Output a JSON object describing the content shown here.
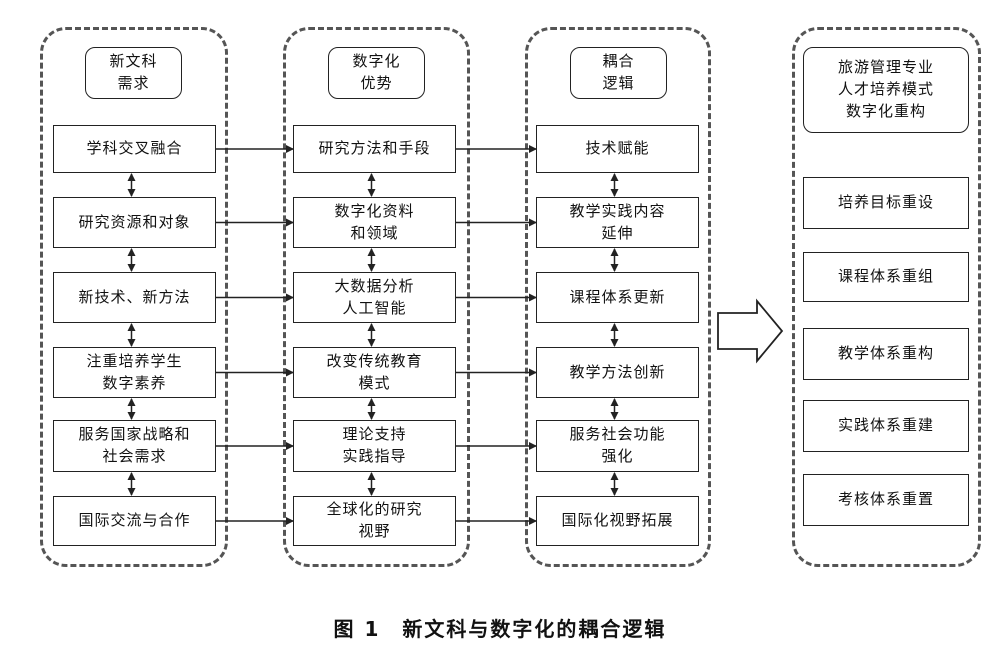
{
  "columns": [
    {
      "header": "新文科\n需求",
      "items": [
        "学科交叉融合",
        "研究资源和对象",
        "新技术、新方法",
        "注重培养学生\n数字素养",
        "服务国家战略和\n社会需求",
        "国际交流与合作"
      ]
    },
    {
      "header": "数字化\n优势",
      "items": [
        "研究方法和手段",
        "数字化资料\n和领域",
        "大数据分析\n人工智能",
        "改变传统教育\n模式",
        "理论支持\n实践指导",
        "全球化的研究\n视野"
      ]
    },
    {
      "header": "耦合\n逻辑",
      "items": [
        "技术赋能",
        "教学实践内容\n延伸",
        "课程体系更新",
        "教学方法创新",
        "服务社会功能\n强化",
        "国际化视野拓展"
      ]
    },
    {
      "header": "旅游管理专业\n人才培养模式\n数字化重构",
      "items": [
        "培养目标重设",
        "课程体系重组",
        "教学体系重构",
        "实践体系重建",
        "考核体系重置"
      ]
    }
  ],
  "caption": "图 1　新文科与数字化的耦合逻辑"
}
